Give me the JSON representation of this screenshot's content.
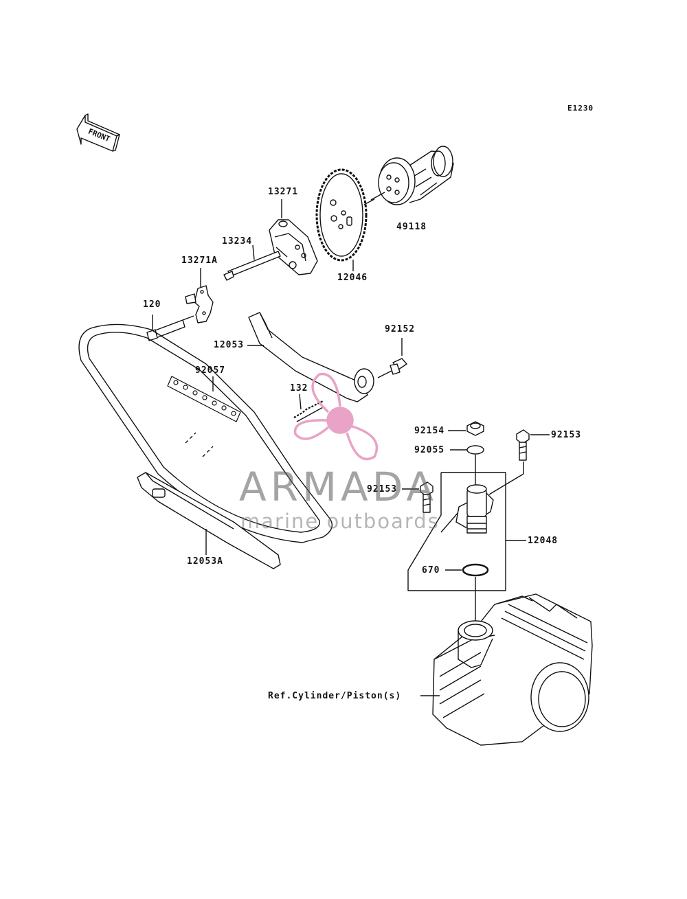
{
  "diagram_code": "E1230",
  "front_label": "FRONT",
  "parts": [
    {
      "id": "13271",
      "label": "13271"
    },
    {
      "id": "49118",
      "label": "49118"
    },
    {
      "id": "13234",
      "label": "13234"
    },
    {
      "id": "13271A",
      "label": "13271A"
    },
    {
      "id": "12046",
      "label": "12046"
    },
    {
      "id": "120",
      "label": "120"
    },
    {
      "id": "92152",
      "label": "92152"
    },
    {
      "id": "12053",
      "label": "12053"
    },
    {
      "id": "92057",
      "label": "92057"
    },
    {
      "id": "132",
      "label": "132"
    },
    {
      "id": "92154",
      "label": "92154"
    },
    {
      "id": "92153",
      "label": "92153"
    },
    {
      "id": "92055",
      "label": "92055"
    },
    {
      "id": "92153b",
      "label": "92153"
    },
    {
      "id": "12048",
      "label": "12048"
    },
    {
      "id": "670",
      "label": "670"
    },
    {
      "id": "12053A",
      "label": "12053A"
    },
    {
      "id": "ref",
      "label": "Ref.Cylinder/Piston(s)"
    }
  ],
  "watermark": {
    "title": "ARMADA",
    "subtitle": "marine outboards",
    "accent_color": "#e8a3c6"
  }
}
